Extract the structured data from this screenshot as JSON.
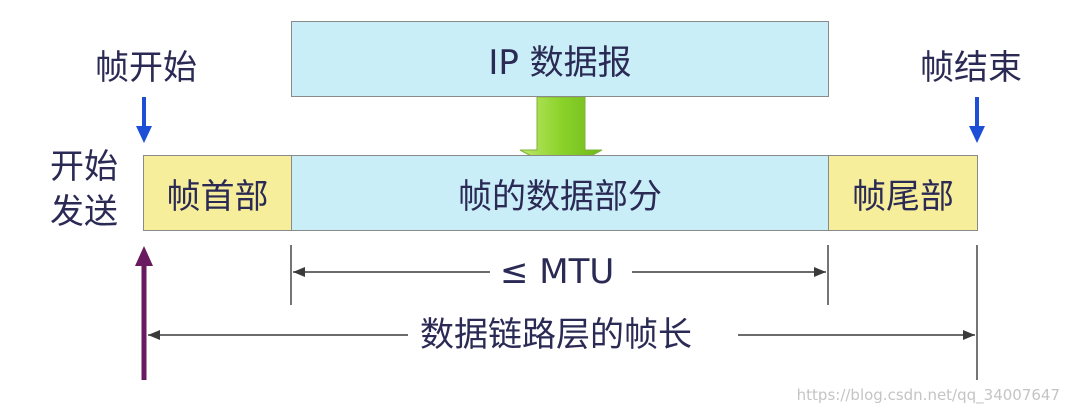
{
  "ip_datagram": "IP 数据报",
  "frame_header": "帧首部",
  "frame_data": "帧的数据部分",
  "frame_trailer": "帧尾部",
  "frame_start": "帧开始",
  "frame_end": "帧结束",
  "send_start": [
    "开始",
    "发送"
  ],
  "mtu_label": "≤ MTU",
  "frame_length": "数据链路层的帧长",
  "watermark": "https://blog.csdn.net/qq_34007647",
  "colors": {
    "data_fill": "#c9eef8",
    "header_fill": "#f7ee9b",
    "down_arrow": "#1d4fd6",
    "green_arrow": "#8bd32a",
    "send_arrow": "#6a1a5e",
    "text": "#2a2a55"
  }
}
